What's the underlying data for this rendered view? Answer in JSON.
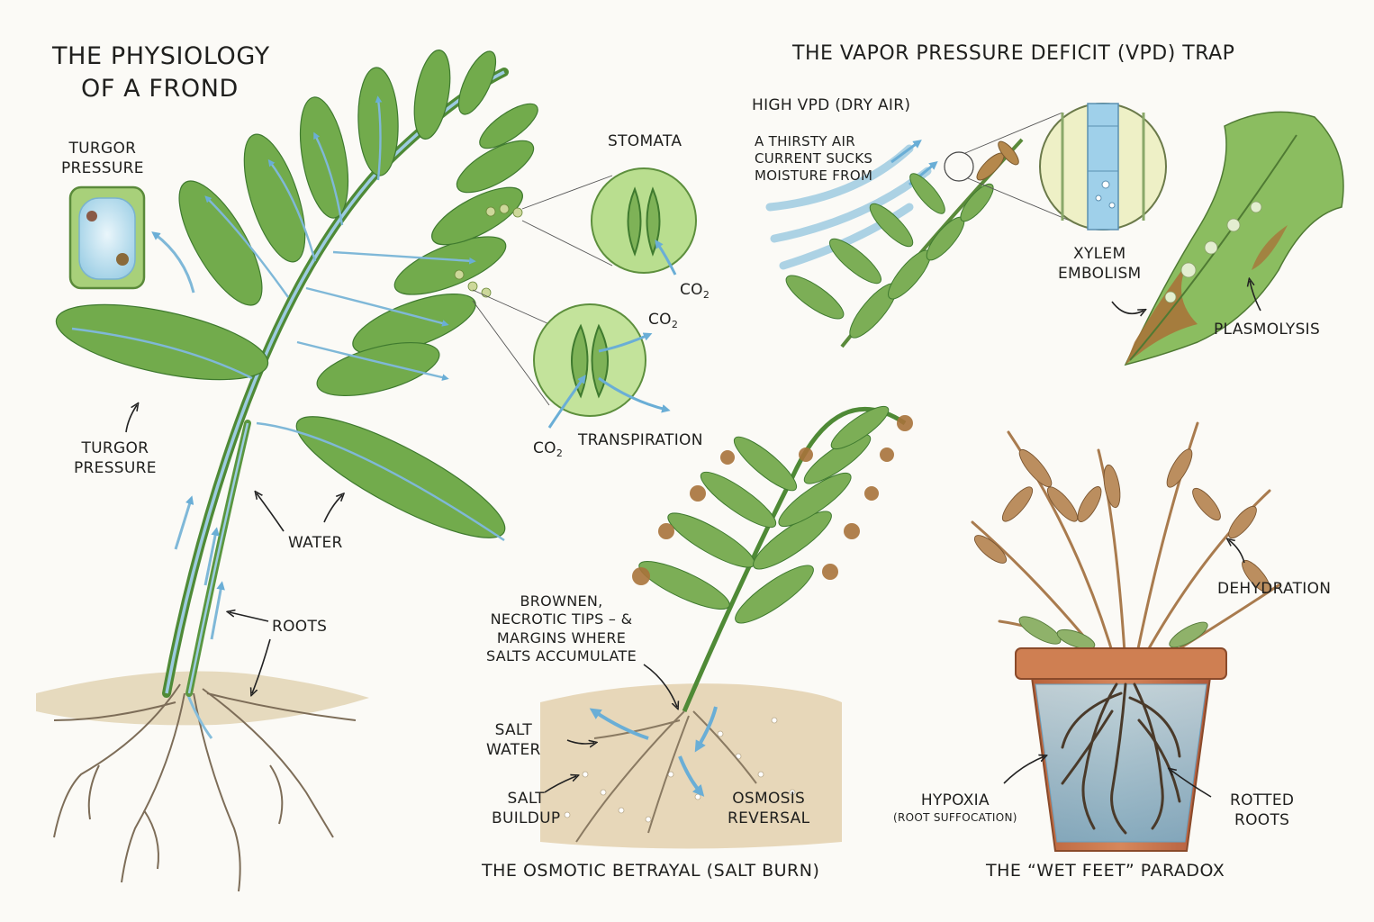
{
  "panels": {
    "frond": {
      "title": [
        "THE PHYSIOLOGY",
        "OF A FROND"
      ],
      "turgor_top": [
        "TURGOR",
        "PRESSURE"
      ],
      "turgor_mid": [
        "TURGOR",
        "PRESSURE"
      ],
      "stomata": "STOMATA",
      "co2": "CO",
      "co2_sub": "2",
      "transpiration": "TRANSPIRATION",
      "water": "WATER",
      "roots": "ROOTS"
    },
    "vpd": {
      "title": "THE VAPOR PRESSURE DEFICIT (VPD) TRAP",
      "high_vpd": "HIGH VPD (DRY AIR)",
      "air_current": [
        "A THIRSTY AIR",
        "CURRENT SUCKS",
        "MOISTURE FROM"
      ],
      "xylem": [
        "XYLEM",
        "EMBOLISM"
      ],
      "plasmolysis": "PLASMOLYSIS"
    },
    "salt": {
      "title": "THE OSMOTIC BETRAYAL (SALT BURN)",
      "tips": [
        "BROWNEN,",
        "NECROTIC TIPS – &",
        "MARGINS WHERE",
        "SALTS ACCUMULATE"
      ],
      "salt_water": [
        "SALT",
        "WATER"
      ],
      "salt_buildup": [
        "SALT",
        "BUILDUP"
      ],
      "osmosis": [
        "OSMOSIS",
        "REVERSAL"
      ]
    },
    "wet": {
      "title": "THE “WET FEET” PARADOX",
      "dehydration": "DEHYDRATION",
      "hypoxia": "HYPOXIA",
      "hypoxia_sub": "(ROOT SUFFOCATION)",
      "rotted": [
        "ROTTED",
        "ROOTS"
      ]
    }
  },
  "colors": {
    "leaf": "#6fa84a",
    "leaf_dark": "#3f7a2f",
    "water": "#86bedc",
    "soil": "#d9c6a4",
    "brown": "#9a6a38",
    "pot": "#c9764a",
    "ink": "#2a2a28"
  }
}
